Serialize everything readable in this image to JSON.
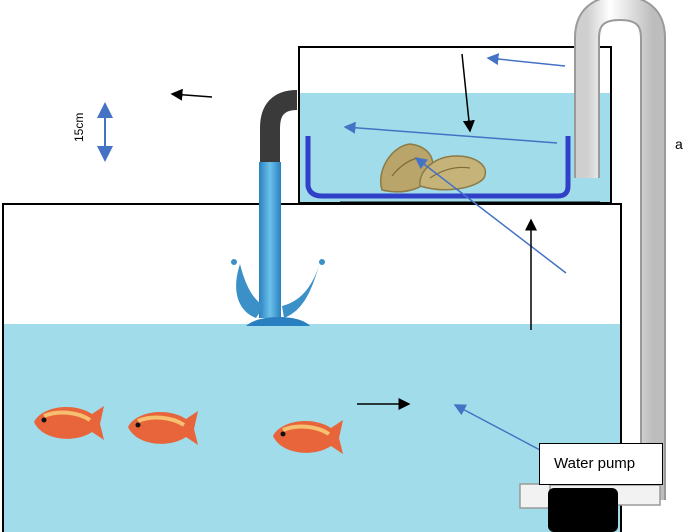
{
  "labels": {
    "side_label": "a",
    "height_label": "15cm",
    "pump_label": "Water pump"
  },
  "colors": {
    "water": "#a0dcea",
    "pipe": "#f2f2f2",
    "outlet_hose": "#3a3a3a",
    "stream": "#3b90c8",
    "tray": "#3040c8",
    "pump_body": "#000000",
    "flow_arrow_blue": "#4472c4",
    "flow_arrow_black": "#000000",
    "fish": "#e8643a",
    "plants": "#b9a46a"
  },
  "icons": [
    "fish-icon",
    "fish-icon",
    "fish-icon",
    "water-stream-icon",
    "plant-clump-icon",
    "pump-icon",
    "double-arrow-icon"
  ]
}
